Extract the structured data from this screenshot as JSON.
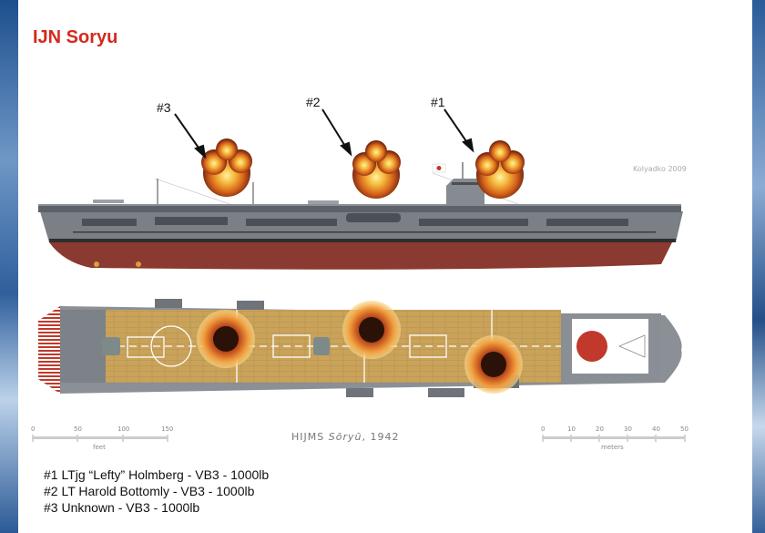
{
  "title": "IJN Soryu",
  "markers": [
    "#3",
    "#2",
    "#1"
  ],
  "artist_credit": "Kolyadko 2009",
  "caption": {
    "ship": "HIJMS ",
    "name": "Sōryū",
    "year": ", 1942"
  },
  "scale_feet": {
    "ticks": [
      "0",
      "50",
      "100",
      "150"
    ],
    "unit": "feet"
  },
  "scale_meters": {
    "ticks": [
      "0",
      "10",
      "20",
      "30",
      "40",
      "50"
    ],
    "unit": "meters"
  },
  "legend": [
    "#1  LTjg “Lefty” Holmberg - VB3 - 1000lb",
    "#2  LT Harold Bottomly - VB3 - 1000lb",
    "#3  Unknown - VB3 - 1000lb"
  ],
  "colors": {
    "title": "#d42a1c",
    "hull_red": "#8a3a30",
    "hull_gray": "#7b7f86",
    "deck_wood": "#c9a35a"
  }
}
